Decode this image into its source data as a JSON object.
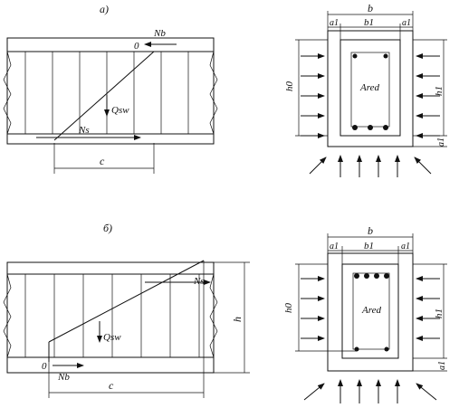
{
  "figure": {
    "panel_a": {
      "caption": "а)",
      "beam": {
        "label_zero": "0",
        "label_Nb": "Nb",
        "label_Ns": "Ns",
        "label_Q": "Qsw",
        "label_c": "c"
      },
      "section": {
        "label_b": "b",
        "label_a1_left": "a1",
        "label_b1": "b1",
        "label_a1_right": "a1",
        "label_h0": "h0",
        "label_h1": "h1",
        "label_a1_bottom": "a1",
        "label_area": "Ared"
      }
    },
    "panel_b": {
      "caption": "б)",
      "beam": {
        "label_zero": "0",
        "label_Nb": "Nb",
        "label_Ns": "Ns",
        "label_Q": "Qsw",
        "label_c": "c",
        "label_h": "h"
      },
      "section": {
        "label_b": "b",
        "label_a1_left": "a1",
        "label_b1": "b1",
        "label_a1_right": "a1",
        "label_h0": "h0",
        "label_h1": "h1",
        "label_a1_bottom": "a1",
        "label_area": "Ared"
      }
    }
  }
}
